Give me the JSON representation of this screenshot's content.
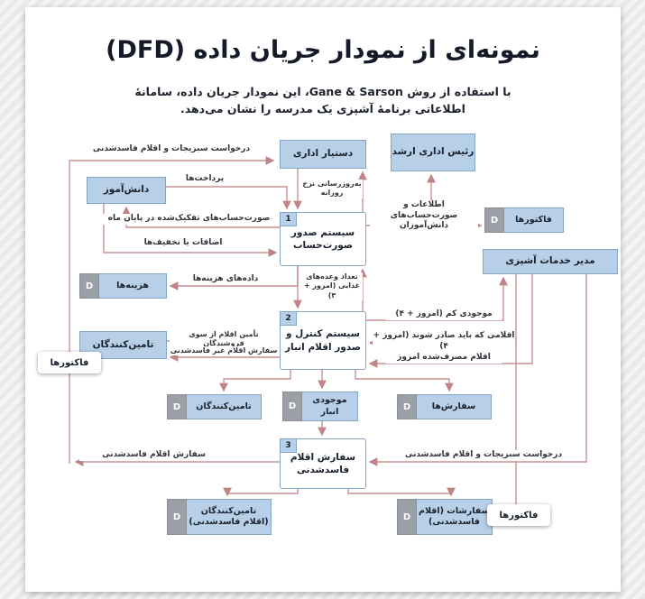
{
  "page": {
    "title": "نمونه‌ای از نمودار جریان داده (DFD)",
    "subtitle_line1": "با استفاده از روش Gane & Sarson، این نمودار جریان داده، سامانهٔ",
    "subtitle_line2": "اطلاعاتی برنامهٔ آشپزی یک مدرسه را نشان می‌دهد."
  },
  "entities": {
    "admin_assistant": "دستیار اداری",
    "senior_chief": "رئیس اداری ارشد",
    "student": "دانش‌آموز",
    "catering_manager": "مدیر خدمات آشپزی",
    "suppliers": "تامین‌کنندگان"
  },
  "processes": {
    "p1": {
      "num": "1",
      "label": "سیستم صدور صورت‌حساب"
    },
    "p2": {
      "num": "2",
      "label": "سیستم کنترل و صدور اقلام انبار"
    },
    "p3": {
      "num": "3",
      "label": "سفارش اقلام فاسدشدنی"
    }
  },
  "datastores": {
    "invoices_top": {
      "d": "D",
      "label": "فاکتورها"
    },
    "costs": {
      "d": "D",
      "label": "هزینه‌ها"
    },
    "suppliers_store": {
      "d": "D",
      "label": "تامین‌کنندگان"
    },
    "inventory": {
      "d": "D",
      "label": "موجودی انبار"
    },
    "orders": {
      "d": "D",
      "label": "سفارش‌ها"
    },
    "perishable_suppliers": {
      "d": "D",
      "label": "تامین‌کنندگان (اقلام فاسدشدنی)"
    },
    "perishable_orders": {
      "d": "D",
      "label": "سفارشات (اقلام فاسدشدنی)"
    }
  },
  "tags": {
    "invoices_left": "فاکتورها",
    "invoices_bottom": "فاکتورها"
  },
  "flows": {
    "request_top": "درخواست سبزیجات و اقلام فاسدشدنی",
    "payments": "پرداخت‌ها",
    "daily_rate": "به‌روزرسانی نرخ روزانه",
    "monthly_bills": "صورت‌حساب‌های تفکیک‌شده در پایان ماه",
    "additions": "اضافات یا تخفیف‌ها",
    "student_info": "اطلاعات و صورت‌حساب‌های دانش‌آموزان",
    "cost_data": "داده‌های هزینه‌ها",
    "meal_counts": "تعداد وعده‌های غذایی (امروز + ۳)",
    "low_stock": "موجودی کم (امروز + ۴)",
    "items_to_issue": "اقلامی که باید صادر شوند (امروز + ۴)",
    "consumed_today": "اقلام مصرف‌شده امروز",
    "vendor_supply": "تأمین اقلام از سوی فروشندگان",
    "nonperishable_order": "سفارش اقلام غیر فاسدشدنی",
    "perishable_order": "سفارش اقلام فاسدشدنی",
    "request_bottom": "درخواست سبزیجات و اقلام فاسدشدنی"
  },
  "colors": {
    "node_fill": "#b7cfe7",
    "node_border": "#82a6c8",
    "arrow": "#c89193",
    "store_marker": "#9aa0a6"
  }
}
